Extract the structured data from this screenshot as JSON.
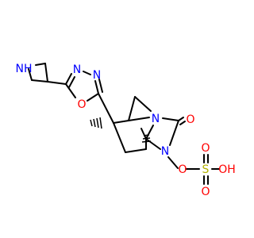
{
  "colors": {
    "carbon": "#000000",
    "nitrogen": "#0000ff",
    "oxygen": "#ff0000",
    "sulfur": "#b2b200",
    "background": "#ffffff"
  },
  "labels": {
    "azetidine_nh": "NH",
    "oxadiazole_n_top": "N",
    "oxadiazole_n_right": "N",
    "oxadiazole_o": "O",
    "bridge_n_top": "N",
    "bridge_n_bottom": "N",
    "carbonyl_o": "O",
    "o_link": "O",
    "sulfur": "S",
    "s_oxygen_top": "O",
    "s_oxygen_bottom": "O",
    "s_oh": "OH"
  }
}
